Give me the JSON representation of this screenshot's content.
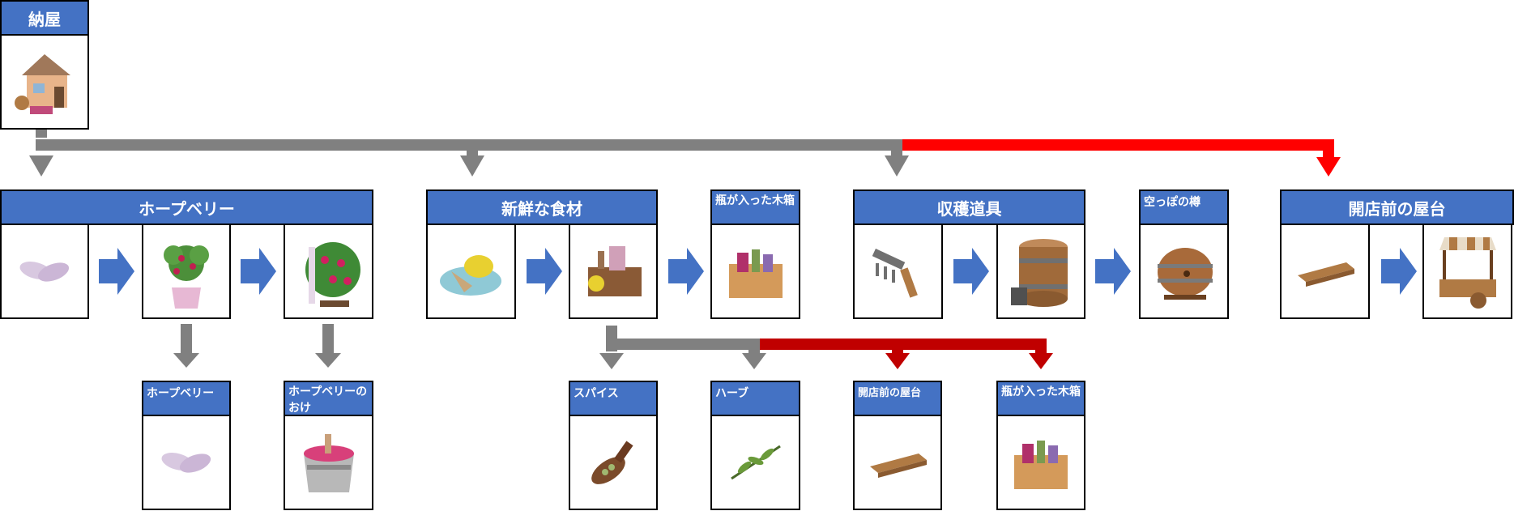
{
  "barn": {
    "title": "納屋"
  },
  "groups": {
    "hopberry": {
      "title": "ホープベリー"
    },
    "fresh": {
      "title": "新鮮な食材"
    },
    "bottle_crate": {
      "title": "瓶が入った木箱"
    },
    "harvest": {
      "title": "収穫道具"
    },
    "empty_barrel": {
      "title": "空っぽの樽"
    },
    "stall": {
      "title": "開店前の屋台"
    }
  },
  "sub": {
    "hopberry": {
      "title": "ホープベリー"
    },
    "hopberry_tub": {
      "title": "ホープベリーのおけ"
    },
    "spice": {
      "title": "スパイス"
    },
    "herb": {
      "title": "ハーブ"
    },
    "stall": {
      "title": "開店前の屋台"
    },
    "bottle_crate": {
      "title": "瓶が入った木箱"
    }
  },
  "colors": {
    "header": "#4472c4",
    "arrow_gray": "#808080",
    "arrow_red": "#ff0000",
    "arrow_darkred": "#c00000",
    "step_arrow": "#4472c4"
  }
}
